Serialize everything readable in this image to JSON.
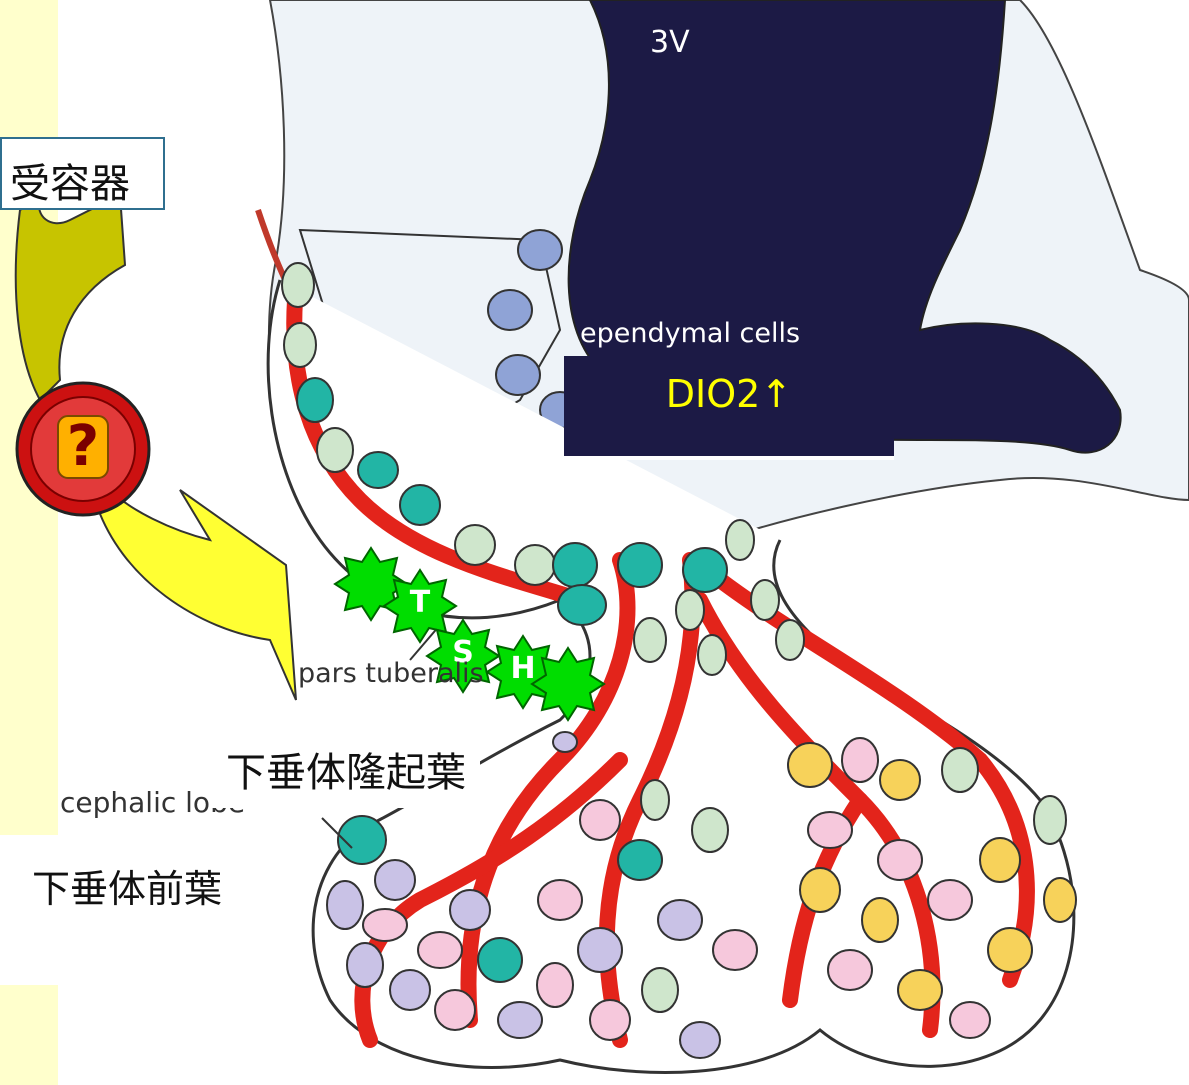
{
  "labels": {
    "receptor": "受容器",
    "third_ventricle": "3V",
    "ependymal": "ependymal cells",
    "dio2": "DIO2",
    "dio2_arrow": "↑",
    "pars": "pars tuberalis",
    "tuberalis_jp": "下垂体隆起葉",
    "cephalic": "cephalic lobe",
    "anterior_jp": "下垂体前葉",
    "question": "?",
    "tsh_letters": [
      "T",
      "S",
      "H"
    ]
  },
  "colors": {
    "ventricle": "#1c1a45",
    "tissue_light": "#eef3f8",
    "vessel": "#e3241b",
    "arrow_olive": "#c7c400",
    "arrow_yellow": "#ffff33",
    "sidebar": "#ffffcc",
    "star_green": "#00dd00",
    "question_red": "#cc1111",
    "question_orange": "#ffb000"
  }
}
